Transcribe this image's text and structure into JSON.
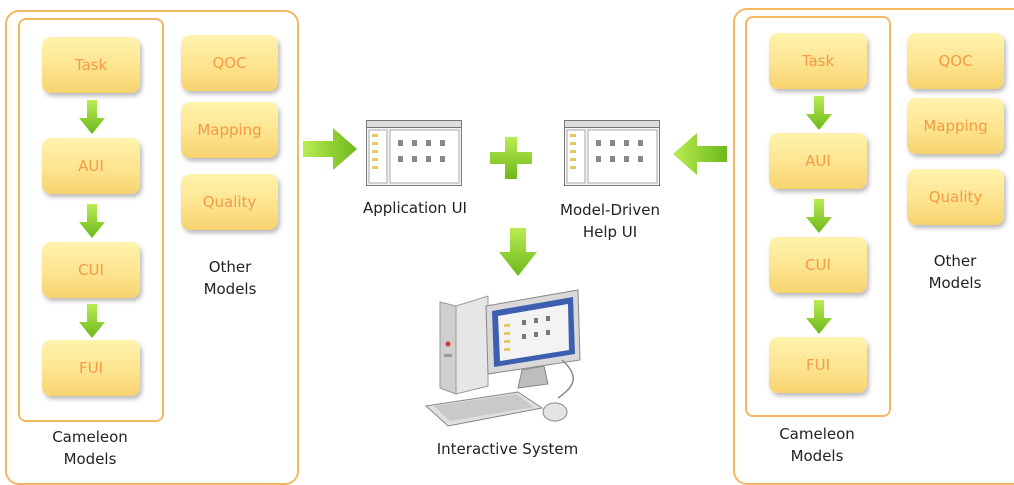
{
  "left_group": {
    "cameleon_models": [
      "Task",
      "AUI",
      "CUI",
      "FUI"
    ],
    "other_models": [
      "QOC",
      "Mapping",
      "Quality"
    ],
    "other_models_label_line1": "Other",
    "other_models_label_line2": "Models",
    "cameleon_label_line1": "Cameleon",
    "cameleon_label_line2": "Models"
  },
  "right_group": {
    "cameleon_models": [
      "Task",
      "AUI",
      "CUI",
      "FUI"
    ],
    "other_models": [
      "QOC",
      "Mapping",
      "Quality"
    ],
    "other_models_label_line1": "Other",
    "other_models_label_line2": "Models",
    "cameleon_label_line1": "Cameleon",
    "cameleon_label_line2": "Models"
  },
  "center": {
    "application_ui_label": "Application UI",
    "help_ui_label_line1": "Model-Driven",
    "help_ui_label_line2": "Help UI",
    "interactive_system_label": "Interactive System"
  },
  "colors": {
    "border": "#f4b860",
    "box_text": "#f59a45",
    "arrow_green": "#7cc423"
  },
  "icons": [
    "down-arrow-icon",
    "right-arrow-icon",
    "left-arrow-icon",
    "plus-icon",
    "window-icon",
    "computer-icon"
  ]
}
